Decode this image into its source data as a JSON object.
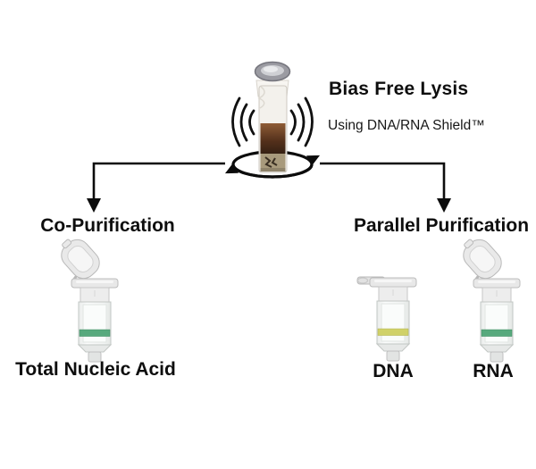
{
  "lysis": {
    "heading": "Bias Free Lysis",
    "subheading": "Using DNA/RNA Shield™"
  },
  "left_branch": {
    "heading": "Co-Purification",
    "product": "Total Nucleic Acid",
    "band_color": "#57a97d"
  },
  "right_branch": {
    "heading": "Parallel Purification",
    "products": [
      {
        "label": "DNA",
        "band_color": "#d0d169"
      },
      {
        "label": "RNA",
        "band_color": "#57a97d"
      }
    ]
  },
  "colors": {
    "line": "#0c0c0c",
    "text": "#0e0e0e",
    "background": "#ffffff"
  }
}
